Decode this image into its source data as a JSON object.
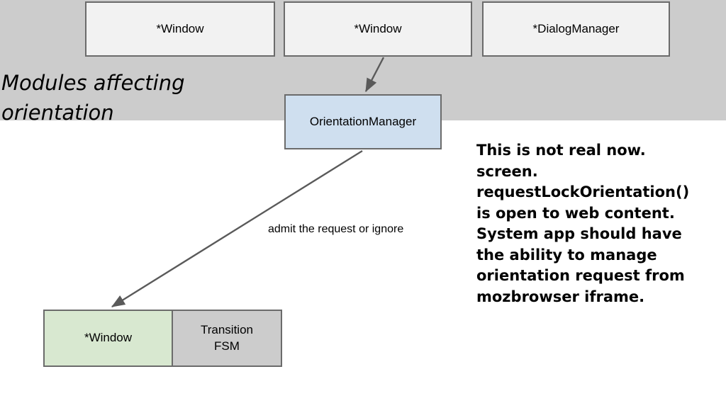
{
  "slide": {
    "section_title": "Modules affecting\norientation",
    "banner_color": "#cccccc",
    "background_color": "#ffffff"
  },
  "boxes": {
    "window_a": {
      "label": "*Window",
      "fill": "#f2f2f2",
      "stroke": "#6b6b6b"
    },
    "window_b": {
      "label": "*Window",
      "fill": "#f2f2f2",
      "stroke": "#6b6b6b"
    },
    "dialog_manager": {
      "label": "*DialogManager",
      "fill": "#f2f2f2",
      "stroke": "#6b6b6b"
    },
    "orientation_manager": {
      "label": "OrientationManager",
      "fill": "#cfdfef",
      "stroke": "#6b6b6b"
    },
    "composite_window": {
      "label": "*Window",
      "fill": "#d8e8d0",
      "stroke": "#6b6b6b"
    },
    "transition_fsm": {
      "label": "Transition\nFSM",
      "fill": "#cccccc",
      "stroke": "#6b6b6b"
    }
  },
  "edges": {
    "window_to_orientation": {
      "label": ""
    },
    "orientation_to_window": {
      "label": "admit the request or ignore"
    }
  },
  "note": {
    "text": "This is not real now.\nscreen.\nrequestLockOrientation() is open to web content.\nSystem app should have the ability to manage orientation request from mozbrowser iframe."
  }
}
